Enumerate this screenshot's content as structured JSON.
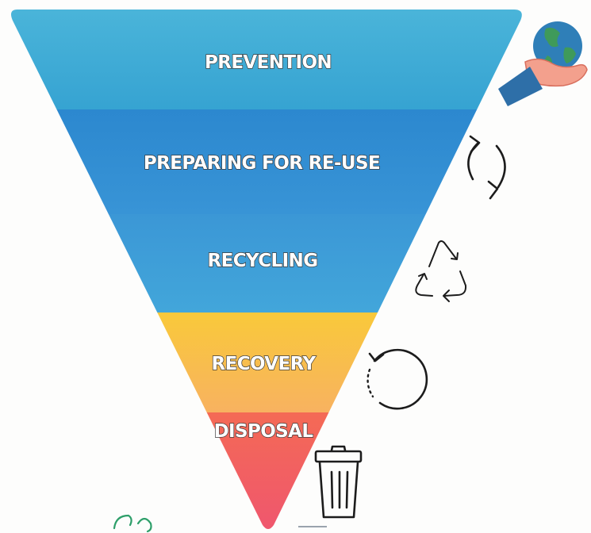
{
  "diagram": {
    "tiers": [
      {
        "label": "PREVENTION",
        "color_top": "#48b2d8",
        "color_bottom": "#3aa6d4"
      },
      {
        "label": "PREPARING FOR RE-USE",
        "color_top": "#2f8fd3",
        "color_bottom": "#3a97d8"
      },
      {
        "label": "RECYCLING",
        "color_top": "#3c9ad6",
        "color_bottom": "#3fa3d9"
      },
      {
        "label": "RECOVERY",
        "color_top": "#f8c43f",
        "color_bottom": "#f9b85a"
      },
      {
        "label": "DISPOSAL",
        "color_top": "#f46a5a",
        "color_bottom": "#f05a6a"
      }
    ],
    "icons": [
      {
        "name": "globe-in-hand-icon"
      },
      {
        "name": "refresh-arrows-icon"
      },
      {
        "name": "recycle-icon"
      },
      {
        "name": "recovery-arrow-icon"
      },
      {
        "name": "trash-bin-icon"
      }
    ],
    "accent_colors": {
      "globe": "#2f7fb8",
      "hand": "#f08a7a",
      "sleeve": "#2e6fa8"
    }
  }
}
